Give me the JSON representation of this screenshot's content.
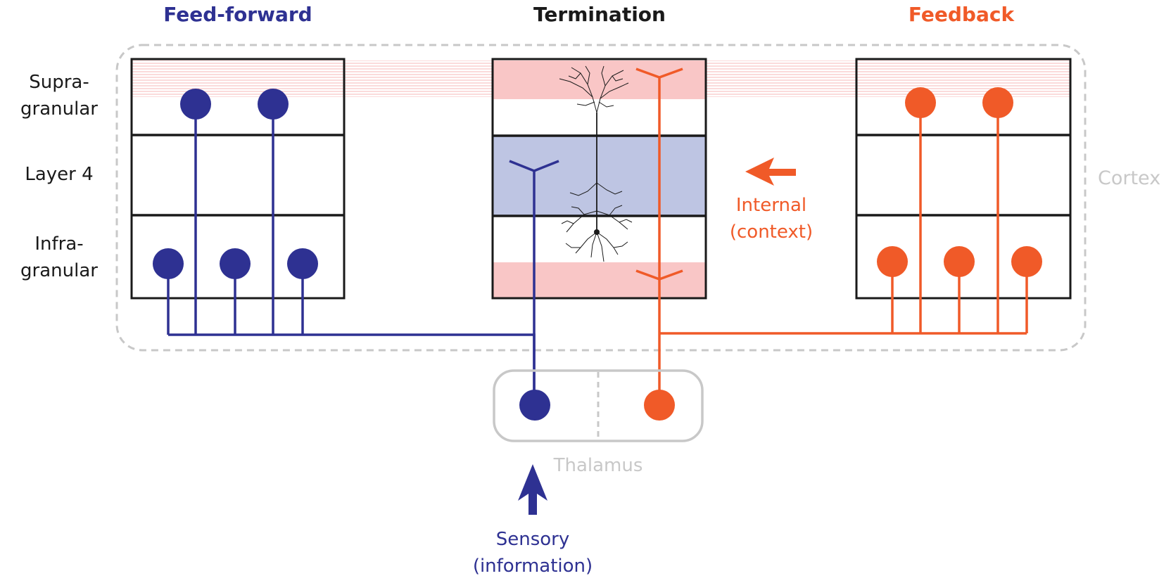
{
  "titles": {
    "feedforward": "Feed-forward",
    "termination": "Termination",
    "feedback": "Feedback"
  },
  "layers": {
    "supra_line1": "Supra-",
    "supra_line2": "granular",
    "layer4": "Layer 4",
    "infra_line1": "Infra-",
    "infra_line2": "granular"
  },
  "regions": {
    "cortex": "Cortex",
    "thalamus": "Thalamus"
  },
  "inputs": {
    "internal_line1": "Internal",
    "internal_line2": "(context)",
    "sensory_line1": "Sensory",
    "sensory_line2": "(information)"
  },
  "colors": {
    "feedforward": "#2e3192",
    "feedback": "#f05a28",
    "termination_title": "#1a1a1a",
    "gray_label": "#c8c8c8",
    "supra_shade": "#f9c6c6",
    "layer4_shade": "#bec5e3"
  }
}
